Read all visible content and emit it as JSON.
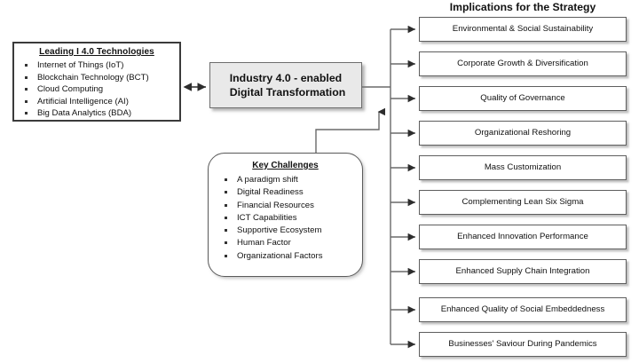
{
  "diagram": {
    "title_right": "Implications for the Strategy",
    "technologies": {
      "heading": "Leading I 4.0 Technologies",
      "items": [
        "Internet of Things (IoT)",
        "Blockchain Technology (BCT)",
        "Cloud Computing",
        "Artificial Intelligence (AI)",
        "Big Data Analytics (BDA)"
      ]
    },
    "center": {
      "line1": "Industry 4.0 - enabled",
      "line2": "Digital Transformation",
      "fill_color": "#e9e9e9"
    },
    "challenges": {
      "heading": "Key Challenges",
      "items": [
        "A paradigm shift",
        "Digital Readiness",
        "Financial Resources",
        "ICT Capabilities",
        "Supportive Ecosystem",
        "Human Factor",
        " Organizational Factors"
      ]
    },
    "implications": [
      "Environmental & Social Sustainability",
      "Corporate Growth & Diversification",
      "Quality of Governance",
      "Organizational Reshoring",
      "Mass Customization",
      "Complementing Lean Six Sigma",
      "Enhanced Innovation Performance",
      "Enhanced Supply Chain Integration",
      "Enhanced Quality of Social Embeddedness",
      "Businesses' Saviour During Pandemics"
    ],
    "colors": {
      "stroke": "#5e5e5e",
      "box_border_dark": "#3b3b3b",
      "background": "#ffffff"
    }
  }
}
